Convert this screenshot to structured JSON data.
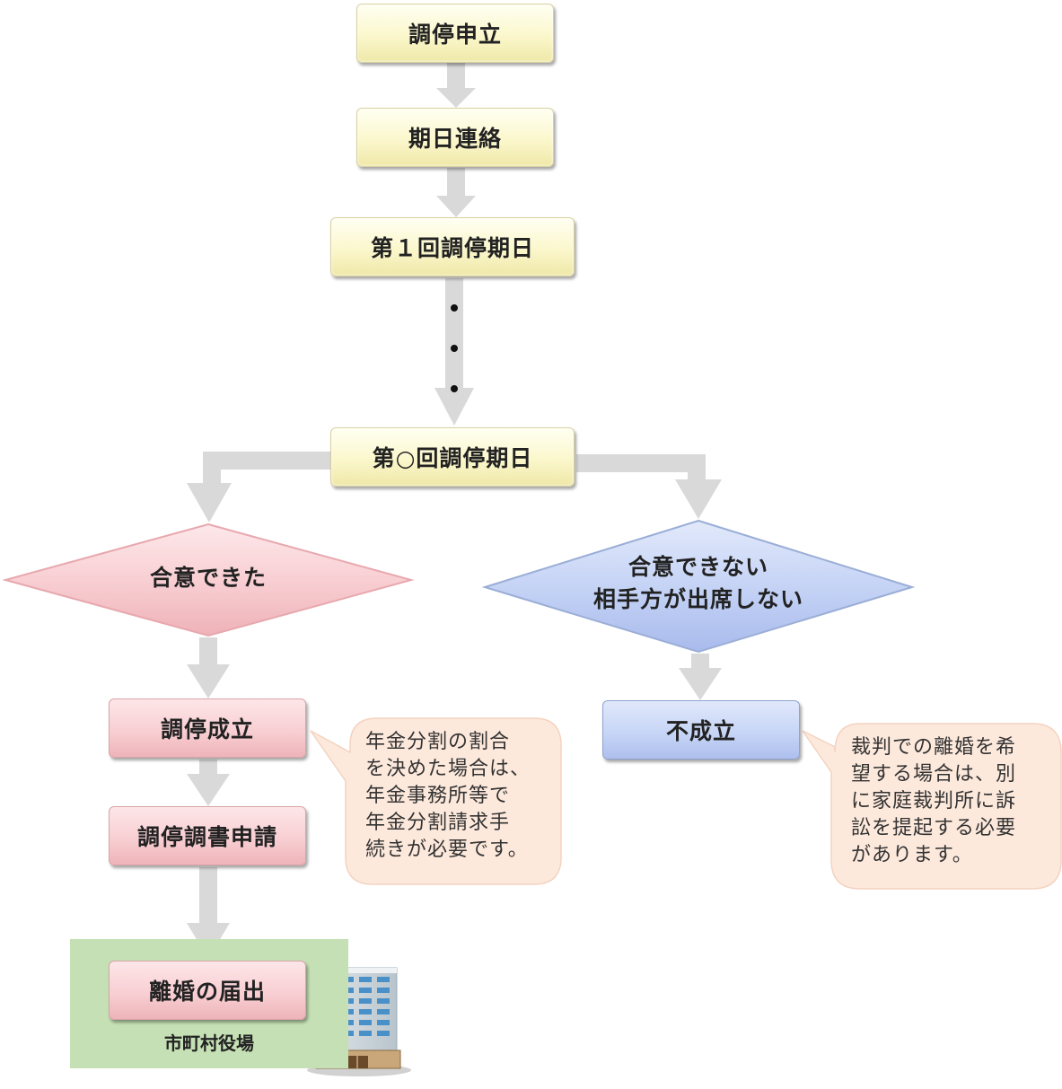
{
  "steps": {
    "petition": "調停申立",
    "date_notice": "期日連絡",
    "first_session": "第１回調停期日",
    "nth_session": "第○回調停期日"
  },
  "branches": {
    "agreed": {
      "label": "合意できた"
    },
    "not_agreed": {
      "line1": "合意できない",
      "line2": "相手方が出席しない"
    }
  },
  "left_path": {
    "established": "調停成立",
    "apply_record": "調停調書申請",
    "divorce_notice": "離婚の届出",
    "office_label": "市町村役場"
  },
  "right_path": {
    "failed": "不成立"
  },
  "notes": {
    "pension": "年金分割の割合\nを決めた場合は、\n年金事務所等で\n年金分割請求手\n続きが必要です。",
    "court": "裁判での離婚を希\n望する場合は、別\nに家庭裁判所に訴\n訟を提起する必要\nがあります。"
  },
  "colors": {
    "arrow": "#d9d9d9",
    "yellow_box": "#fbf7cc",
    "pink": "#f8cfd3",
    "blue": "#c7d5f6",
    "note_fill": "#fde9dc",
    "office_area": "#c5e0b4"
  },
  "icons": [
    "ellipsis-dots",
    "office-building-icon"
  ]
}
